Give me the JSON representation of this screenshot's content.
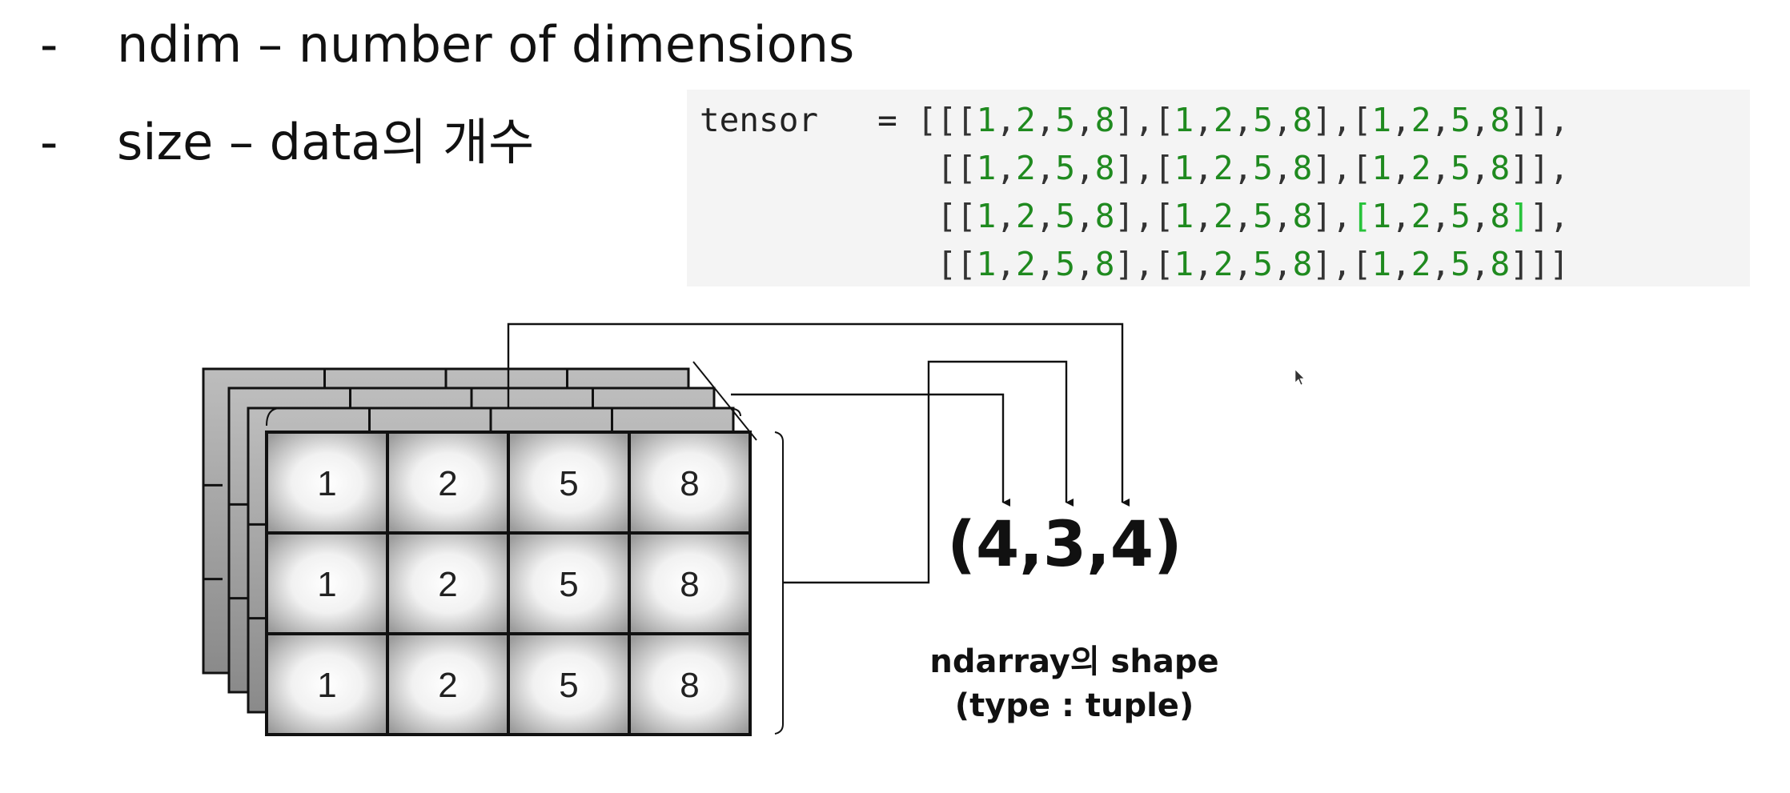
{
  "bullets": [
    {
      "dash": "-",
      "text": "ndim – number of dimensions"
    },
    {
      "dash": "-",
      "text": "size – data의 개수"
    }
  ],
  "code": {
    "variable": "tensor",
    "operator": "=",
    "rows": [
      [
        [
          1,
          2,
          5,
          8
        ],
        [
          1,
          2,
          5,
          8
        ],
        [
          1,
          2,
          5,
          8
        ]
      ],
      [
        [
          1,
          2,
          5,
          8
        ],
        [
          1,
          2,
          5,
          8
        ],
        [
          1,
          2,
          5,
          8
        ]
      ],
      [
        [
          1,
          2,
          5,
          8
        ],
        [
          1,
          2,
          5,
          8
        ],
        [
          1,
          2,
          5,
          8
        ]
      ],
      [
        [
          1,
          2,
          5,
          8
        ],
        [
          1,
          2,
          5,
          8
        ],
        [
          1,
          2,
          5,
          8
        ]
      ]
    ],
    "colors": {
      "numbers": "#1f8a1f",
      "highlight_bracket": "#27c23a"
    }
  },
  "diagram": {
    "cell_values": [
      [
        1,
        2,
        5,
        8
      ],
      [
        1,
        2,
        5,
        8
      ],
      [
        1,
        2,
        5,
        8
      ]
    ],
    "shape_label": "(4,3,4)",
    "caption_line1": "ndarray의 shape",
    "caption_line2": "(type : tuple)"
  }
}
